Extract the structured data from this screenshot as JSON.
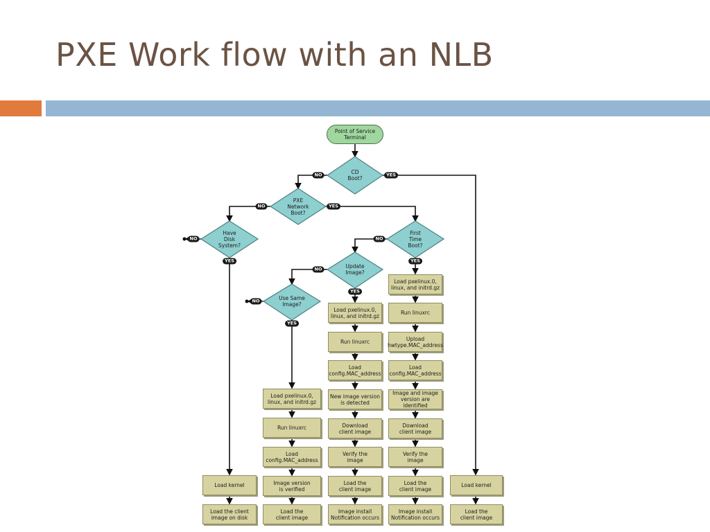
{
  "slide": {
    "title": "PXE Work flow with an NLB"
  },
  "flowchart": {
    "start": "Point of Service\nTerminal",
    "decisions": {
      "cd_boot": "CD\nBoot?",
      "pxe_boot": "PXE\nNetwork\nBoot?",
      "have_disk": "Have\nDisk\nSystem?",
      "first_time": "First\nTime\nBoot?",
      "update_image": "Update\nImage?",
      "same_image": "Use Same\nImage?"
    },
    "labels": {
      "yes": "YES",
      "no": "NO"
    },
    "disk_path": [
      "Load kernel",
      "Load the client\nimage on disk"
    ],
    "same_image_path": [
      "Load pxelinux.0,\nlinux, and initrd.gz",
      "Run linuxrc",
      "Load\nconfig.MAC_address",
      "Image version\nis verified",
      "Load the\nclient image"
    ],
    "update_path": [
      "Load pxelinux.0,\nlinux, and initrd.gz",
      "Run linuxrc",
      "Load\nconfig.MAC_address",
      "New image version\nis detected",
      "Download\nclient image",
      "Verify the\nimage",
      "Load the\nclient image",
      "Image install\nNotification occurs"
    ],
    "first_boot_path": [
      "Load pxelinux.0,\nlinux, and initrd.gz",
      "Run linuxrc",
      "Upload\nhwtype.MAC_address",
      "Load\nconfig.MAC_address",
      "Image and image\nversion are identified",
      "Download\nclient image",
      "Verify the\nimage",
      "Load the\nclient image",
      "Image install\nNotification occurs"
    ],
    "cd_path": [
      "Load kernel",
      "Load the\nclient image"
    ]
  }
}
